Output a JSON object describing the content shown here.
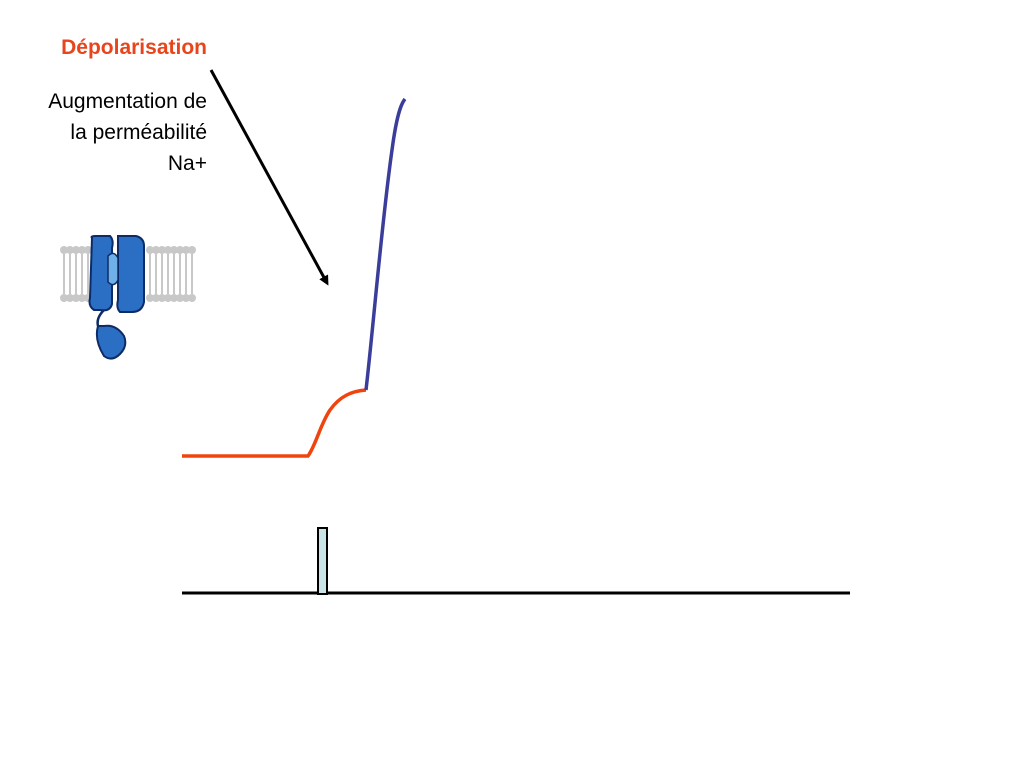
{
  "title": "Dépolarisation",
  "description_lines": [
    "Augmentation de",
    "la perméabilité",
    "Na+"
  ],
  "colors": {
    "title": "#e8451c",
    "depolarization_trace": "#f0440f",
    "rising_phase_trace": "#3a3e9a",
    "stimulus_marker_fill": "#c9e3e6",
    "baseline": "#000000",
    "channel_protein": "#2a6fc4",
    "membrane": "#c8c8c8"
  },
  "icons": {
    "membrane_channel": "sodium-channel-icon"
  }
}
